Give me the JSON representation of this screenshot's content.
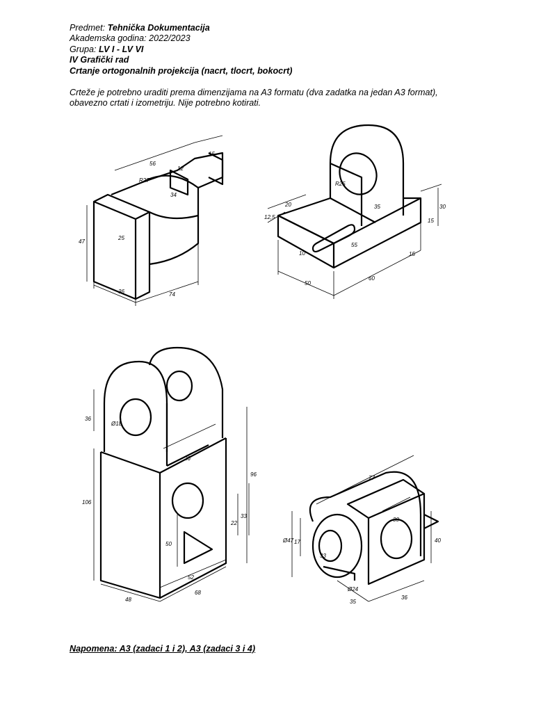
{
  "header": {
    "subject_label": "Predmet: ",
    "subject_value": "Tehnička Dokumentacija",
    "year_line": "Akademska godina: 2022/2023",
    "group_label": "Grupa: ",
    "group_value": "LV I - LV VI",
    "work_title": "IV Grafički rad",
    "task_title": "Crtanje ortogonalnih projekcija (nacrt, tlocrt, bokocrt)"
  },
  "instructions": {
    "line1": "Crteže je potrebno uraditi prema dimenzijama na A3 formatu (dva zadatka na jedan A3 format),",
    "line2": "obavezno crtati i izometriju. Nije potrebno kotirati."
  },
  "drawings": {
    "d1": {
      "w": "56",
      "c": "15",
      "r": "R27",
      "t": "12",
      "s": "34",
      "h": "47",
      "m": "25",
      "a": "36",
      "l": "74"
    },
    "d2": {
      "r": "R25",
      "a": "20",
      "b": "12,5",
      "c": "35",
      "e": "55",
      "f": "10",
      "g": "15",
      "h": "30",
      "i": "50",
      "j": "60",
      "k": "15"
    },
    "d3": {
      "a": "36",
      "b": "Ø18",
      "c": "26",
      "d": "96",
      "e": "106",
      "f": "50",
      "g": "22",
      "h": "33",
      "i": "52",
      "j": "68",
      "k": "48"
    },
    "d4": {
      "a": "77",
      "b": "30",
      "c": "Ø47",
      "d": "17",
      "e": "40",
      "f": "Ø24",
      "g": "35",
      "h": "36",
      "i": "33"
    }
  },
  "note": "Napomena: A3 (zadaci 1 i 2), A3 (zadaci 3 i 4)"
}
